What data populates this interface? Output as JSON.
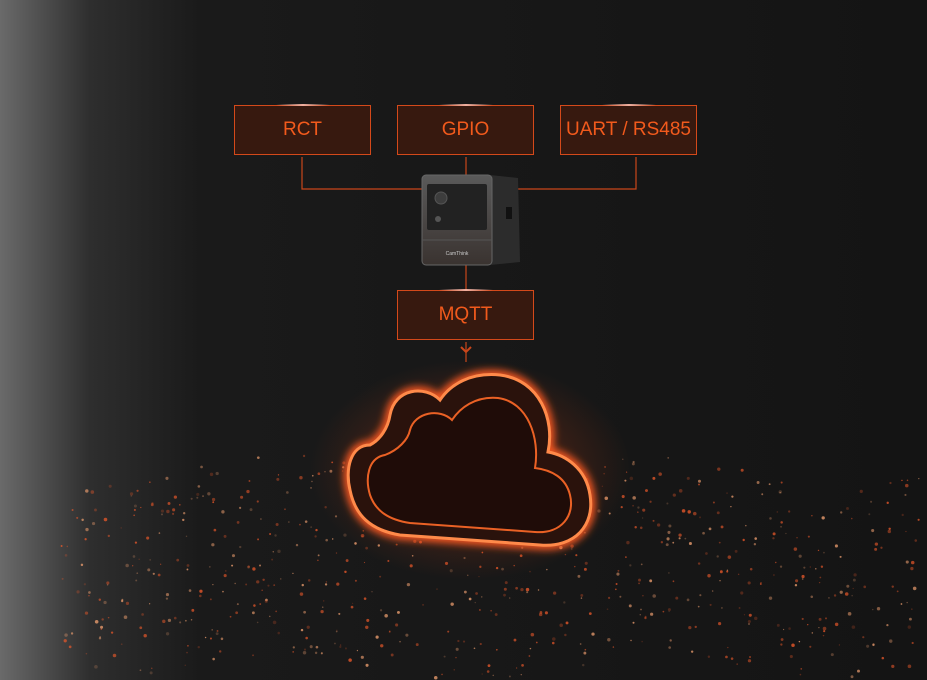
{
  "diagram": {
    "inputs": [
      {
        "label": "RCT"
      },
      {
        "label": "GPIO"
      },
      {
        "label": "UART / RS485"
      }
    ],
    "device": {
      "brand_logo": "CamThink"
    },
    "output": {
      "label": "MQTT"
    },
    "destination": {
      "icon": "cloud-icon"
    },
    "colors": {
      "accent": "#f25a1c",
      "box_fill": "#37190f",
      "background": "#141414"
    }
  }
}
